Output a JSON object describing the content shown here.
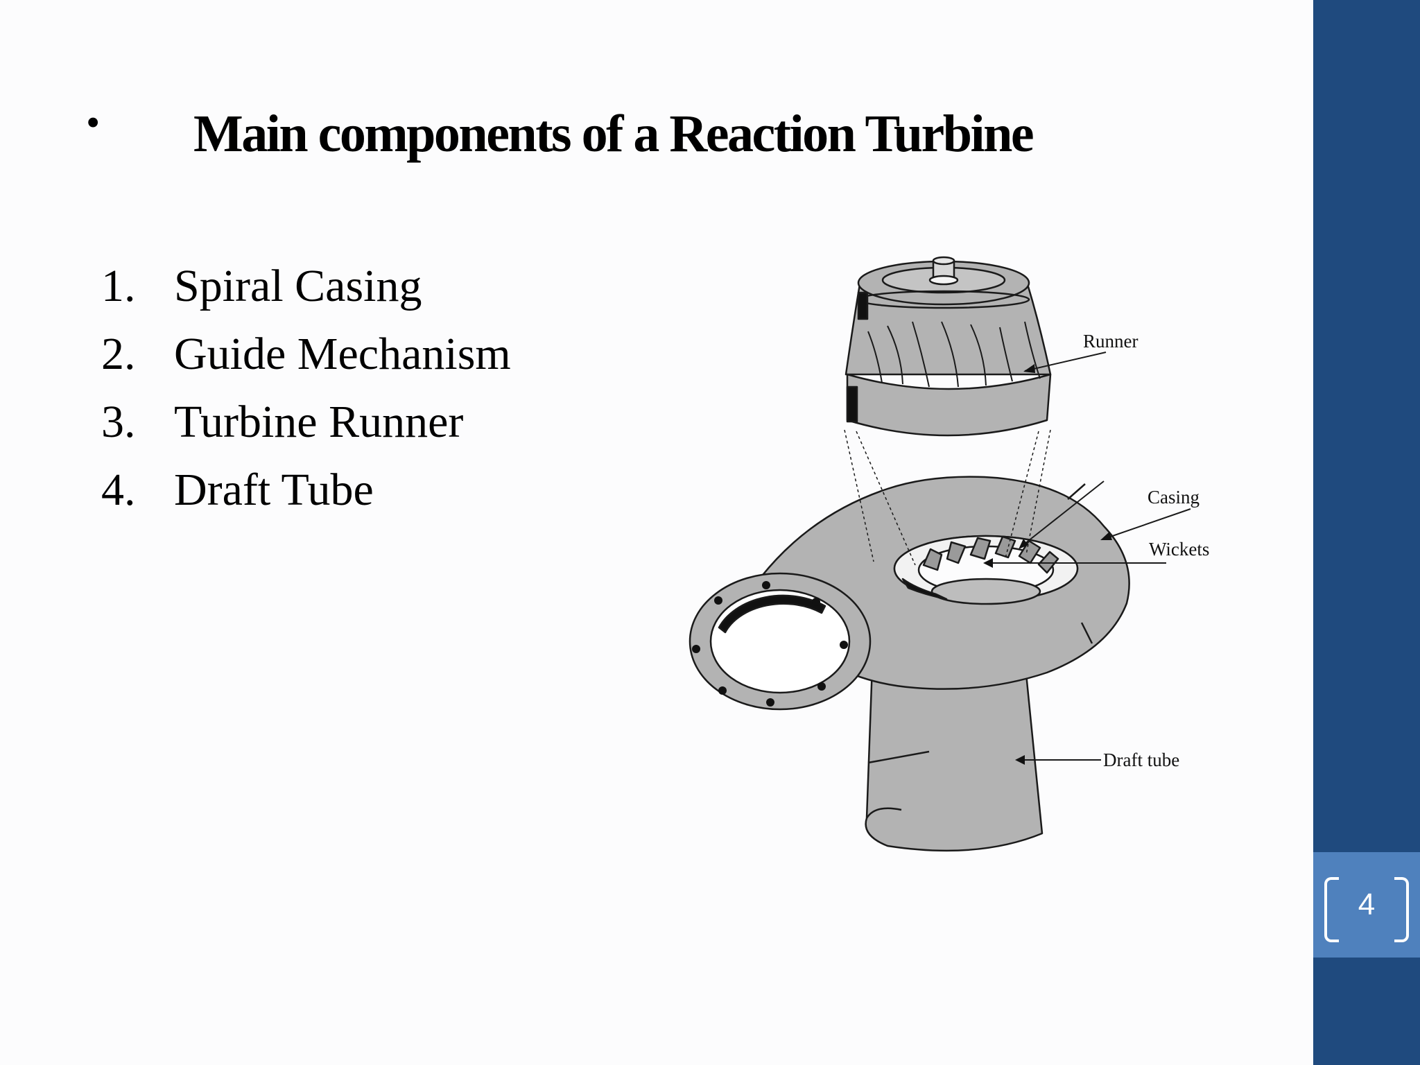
{
  "slide": {
    "title": "Main components of a Reaction Turbine",
    "bullet": "•",
    "page_number": "4"
  },
  "components": [
    {
      "num": "1.",
      "label": "Spiral Casing"
    },
    {
      "num": "2.",
      "label": "Guide Mechanism"
    },
    {
      "num": "3.",
      "label": "Turbine Runner"
    },
    {
      "num": "4.",
      "label": "Draft Tube"
    }
  ],
  "diagram": {
    "labels": {
      "runner": "Runner",
      "casing": "Casing",
      "wickets": "Wickets",
      "draft_tube": "Draft tube"
    }
  },
  "colors": {
    "background": "#fcfcfd",
    "side_band": "#1f4a7e",
    "page_box": "#4f81bd",
    "diagram_fill": "#b3b3b3"
  }
}
